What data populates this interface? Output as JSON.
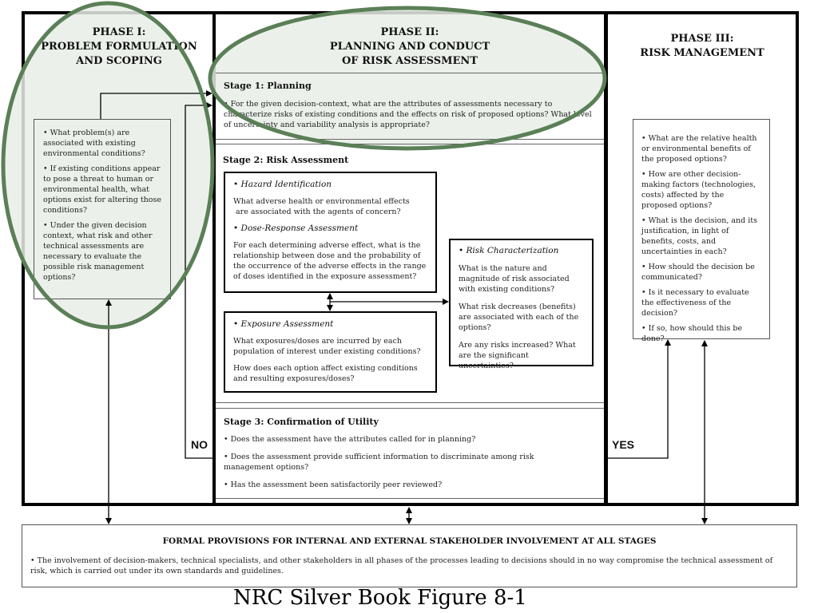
{
  "phase1": {
    "title_line1": "PHASE I:",
    "title_line2": "PROBLEM FORMULATION",
    "title_line3": "AND SCOPING",
    "questions": [
      "• What problem(s) are associated with existing environmental conditions?",
      "• If existing conditions appear to pose a threat to human or environmental health, what options exist for altering those conditions?",
      "• Under the given decision context, what risk and other technical assessments are necessary to evaluate the possible risk management options?"
    ]
  },
  "phase2": {
    "title_line1": "PHASE II:",
    "title_line2": "PLANNING AND CONDUCT",
    "title_line3": "OF RISK ASSESSMENT",
    "stage1": {
      "title": "Stage 1: Planning",
      "text": "• For the given decision-context, what are the attributes of assessments necessary to characterize risks of existing conditions and the effects on risk of proposed options? What level of uncertainty and variability analysis is appropriate?"
    },
    "stage2": {
      "title": "Stage 2: Risk Assessment",
      "hazard_title": "• Hazard Identification",
      "hazard_text_line1": "What adverse health or environmental effects",
      "hazard_text_line2": " are associated with the agents of concern?",
      "dose_title": "• Dose-Response Assessment",
      "dose_text": "For each determining adverse effect, what is the relationship between dose and  the probability of the occurrence of the adverse effects in the range of doses identified in the exposure assessment?",
      "exposure_title": "• Exposure Assessment",
      "exposure_text1": "What exposures/doses are incurred by each population of interest under existing conditions?",
      "exposure_text2": "How does each option affect existing conditions and resulting exposures/doses?",
      "risk_title": "• Risk Characterization",
      "risk_text1": "What is the nature and magnitude of risk associated with existing conditions?",
      "risk_text2": "What risk decreases (benefits) are associated with each of the options?",
      "risk_text3": "Are any risks increased? What are the significant uncertainties?"
    },
    "stage3": {
      "title": "Stage 3: Confirmation of Utility",
      "q1": "• Does the assessment have the attributes called for in planning?",
      "q2": "• Does the assessment provide sufficient information to discriminate among risk management options?",
      "q3": "• Has the assessment been satisfactorily peer reviewed?"
    }
  },
  "phase3": {
    "title_line1": "PHASE III:",
    "title_line2": "RISK MANAGEMENT",
    "questions": [
      "• What are the relative health or environmental benefits of the proposed options?",
      "• How are other decision-making factors (technologies, costs) affected by the proposed options?",
      "• What is the decision, and its justification, in light of benefits, costs, and uncertainties in each?",
      "• How should the decision be communicated?",
      "• Is it necessary to evaluate the effectiveness of the decision?",
      "• If so, how should this be done?"
    ]
  },
  "labels": {
    "no": "NO",
    "yes": "YES"
  },
  "footer": {
    "title": "FORMAL PROVISIONS FOR INTERNAL AND EXTERNAL STAKEHOLDER INVOLVEMENT AT ALL STAGES",
    "text": "•  The involvement of decision-makers, technical specialists, and other stakeholders in all phases of the processes leading to decisions should in no way compromise the technical assessment of risk, which is carried out under its own standards and guidelines."
  },
  "caption": "NRC Silver Book Figure 8-1",
  "colors": {
    "highlight_ellipse": "#5b7f57",
    "highlight_fill": "#e8efe6"
  }
}
